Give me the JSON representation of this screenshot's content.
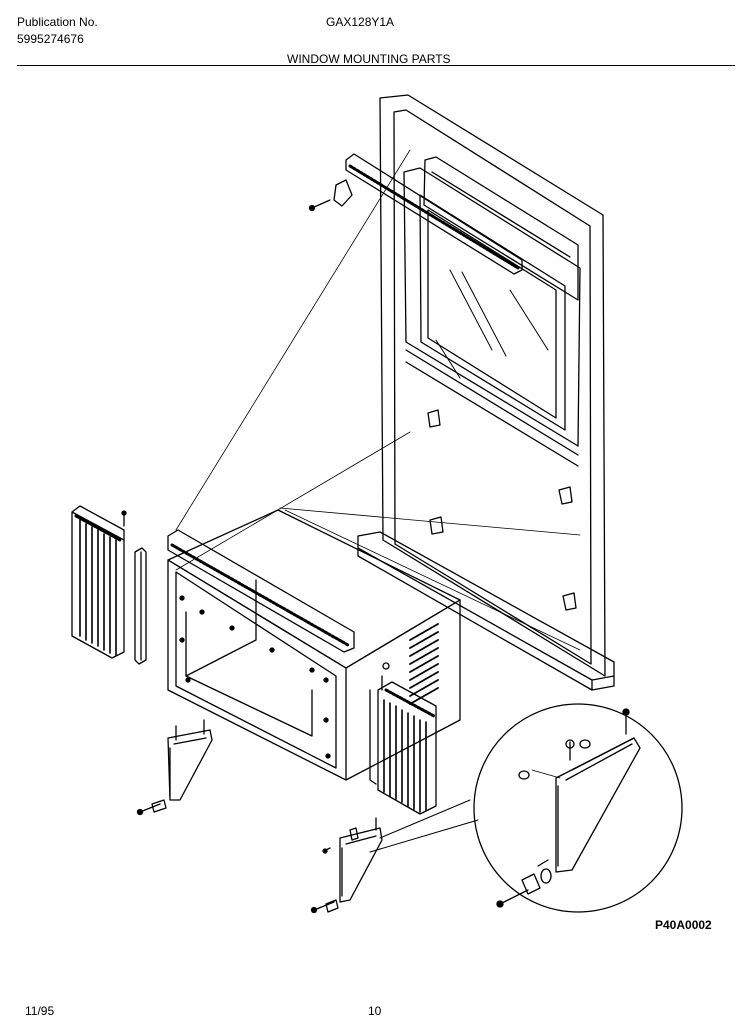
{
  "header": {
    "publication_label": "Publication No.",
    "publication_number": "5995274676",
    "model": "GAX128Y1A",
    "section_title": "WINDOW MOUNTING PARTS"
  },
  "diagram": {
    "code": "P40A0002"
  },
  "footer": {
    "date": "11/95",
    "page": "10"
  }
}
